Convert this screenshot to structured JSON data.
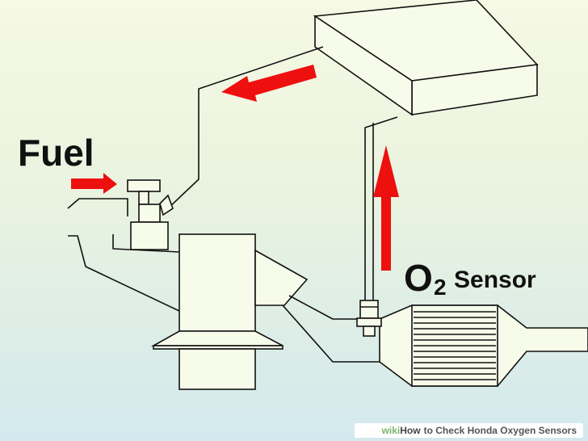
{
  "labels": {
    "fuel": "Fuel",
    "o2_main": "O",
    "o2_sub": "2",
    "sensor": "Sensor"
  },
  "watermark": {
    "brand": "wiki",
    "brand_how": "How",
    "title": "to Check Honda Oxygen Sensors"
  },
  "colors": {
    "arrow": "#ee0f0f",
    "line": "#111111",
    "bg_top": "#f6f9e4",
    "bg_bottom": "#d3e9ee"
  },
  "icons": {
    "arrow_fuel": "right-arrow",
    "arrow_return": "left-arrow",
    "arrow_up": "up-arrow"
  }
}
